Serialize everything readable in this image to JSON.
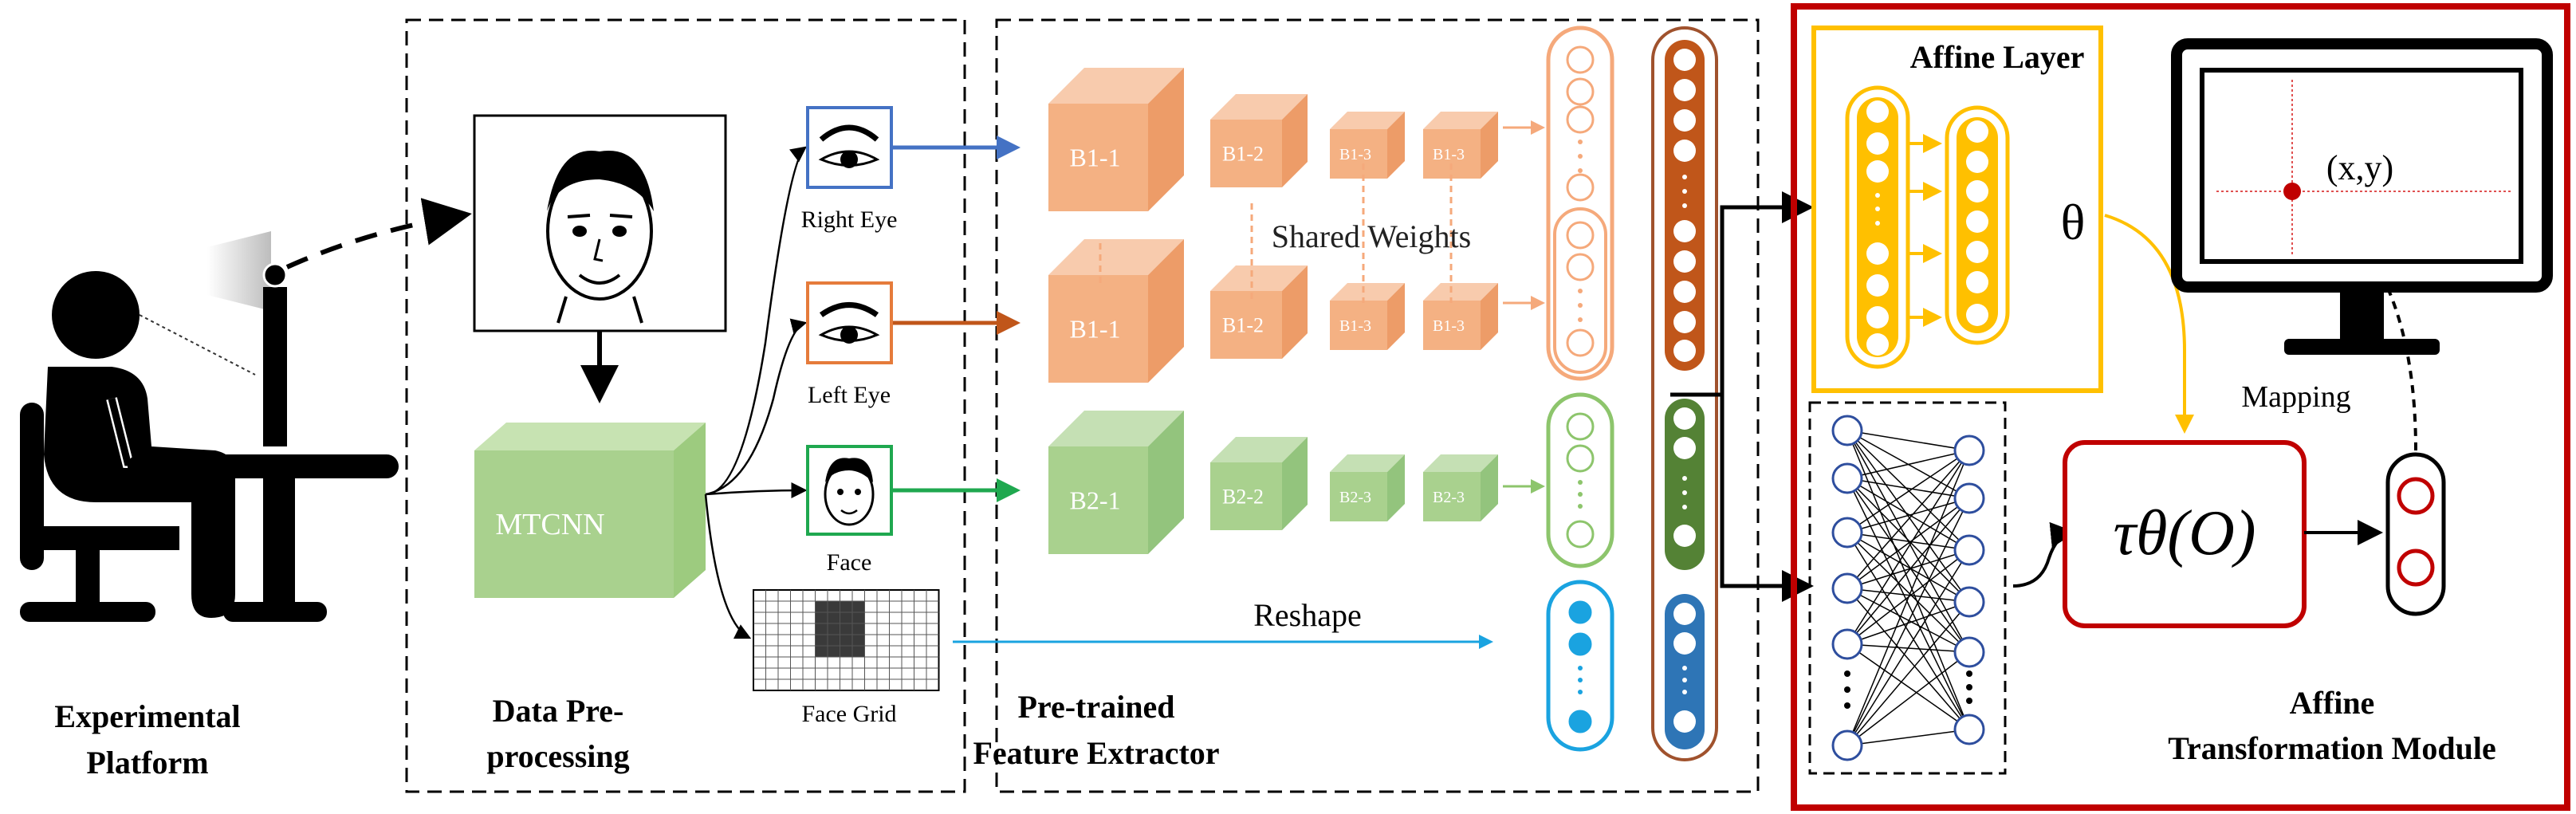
{
  "sections": {
    "platform": {
      "line1": "Experimental",
      "line2": "Platform"
    },
    "preprocessing": {
      "line1": "Data Pre-",
      "line2": "processing"
    },
    "extractor": {
      "line1": "Pre-trained",
      "line2": "Feature Extractor"
    },
    "affine_module": {
      "line1": "Affine",
      "line2": "Transformation Module"
    }
  },
  "preprocessing": {
    "mtcnn": "MTCNN",
    "right_eye": "Right Eye",
    "left_eye": "Left Eye",
    "face": "Face",
    "face_grid": "Face Grid"
  },
  "extractor": {
    "blocks_right": [
      "B1-1",
      "B1-2",
      "B1-3",
      "B1-3"
    ],
    "blocks_left": [
      "B1-1",
      "B1-2",
      "B1-3",
      "B1-3"
    ],
    "blocks_face": [
      "B2-1",
      "B2-2",
      "B2-3",
      "B2-3"
    ],
    "shared_weights": "Shared Weights",
    "reshape": "Reshape"
  },
  "affine": {
    "layer_title": "Affine Layer",
    "theta": "θ",
    "transform_label": "τθ(O)",
    "coord_label": "(x,y)",
    "mapping": "Mapping"
  },
  "colors": {
    "orange": "#F5A97B",
    "orange_dark": "#C0561A",
    "green": "#8DC56C",
    "green_dark": "#4E8A33",
    "blue": "#1AA3E0",
    "blue_dark": "#2E75B6",
    "yellow": "#FFC000",
    "red": "#C00000"
  }
}
